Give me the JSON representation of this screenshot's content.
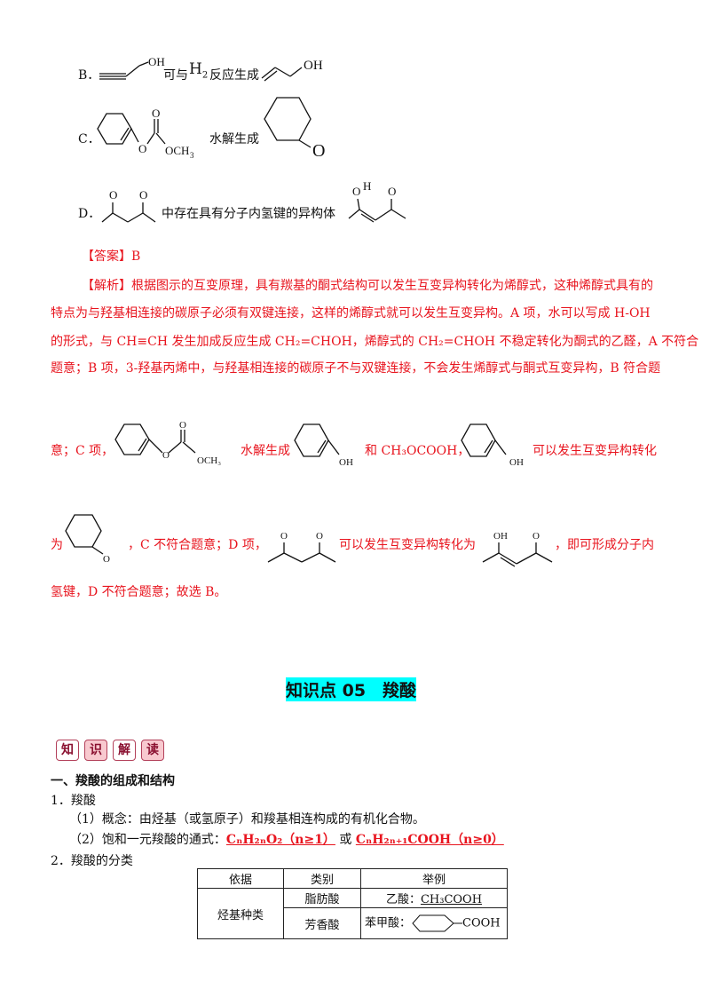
{
  "options": {
    "b": {
      "label": "B．",
      "text1": "可与",
      "h2": "H",
      "h2sub": "2",
      "text2": "反应生成",
      "oh": "OH"
    },
    "c": {
      "label": "C．",
      "text": "水解生成",
      "och3": "OCH",
      "och3sub": "3",
      "o": "O"
    },
    "d": {
      "label": "D．",
      "text": "中存在具有分子内氢键的异构体",
      "h": "H"
    }
  },
  "answer": {
    "label": "【答案】",
    "value": "B"
  },
  "analysis": {
    "label": "【解析】",
    "lines": [
      "根据图示的互变原理，具有羰基的酮式结构可以发生互变异构转化为烯醇式，这种烯醇式具有的",
      "特点为与羟基相连接的碳原子必须有双键连接，这样的烯醇式就可以发生互变异构。A 项，水可以写成 H-OH",
      "的形式，与 CH≡CH 发生加成反应生成 CH₂=CHOH，烯醇式的 CH₂=CHOH 不稳定转化为酮式的乙醛，A 不符合",
      "题意；B 项，3-羟基丙烯中，与羟基相连接的碳原子不与双键连接，不会发生烯醇式与酮式互变异构，B 符合题"
    ],
    "line5": {
      "p1": "意；C 项，",
      "p2": "水解生成",
      "p3": "和 CH₃OCOOH，",
      "p4": "可以发生互变异构转化"
    },
    "line6": {
      "p1": "为",
      "p2": "，C 不符合题意；D 项，",
      "p3": "可以发生互变异构转化为",
      "p4": "，即可形成分子内"
    },
    "line7": "氢键，D 不符合题意；故选 B。"
  },
  "section_title": "知识点 05　羧酸",
  "badge": [
    "知",
    "识",
    "解",
    "读"
  ],
  "content": {
    "h1": "一、羧酸的组成和结构",
    "i1": "1．羧酸",
    "i1a": "（1）概念：由烃基（或氢原子）和羧基相连构成的有机化合物。",
    "i1b": {
      "prefix": "（2）饱和一元羧酸的通式：",
      "f1": "CₙH₂ₙO₂（n≥1）",
      "or": "或",
      "f2": "CₙH₂ₙ₊₁COOH（n≥0）"
    },
    "i2": "2．羧酸的分类"
  },
  "table": {
    "headers": [
      "依据",
      "类别",
      "举例"
    ],
    "group": "烃基种类",
    "rows": [
      {
        "category": "脂肪酸",
        "example_label": "乙酸：",
        "example": "CH₃COOH"
      },
      {
        "category": "芳香酸",
        "example_label": "苯甲酸：",
        "example": "COOH"
      }
    ]
  },
  "colors": {
    "answer_red": "#e8141e",
    "highlight": "#00ffff"
  }
}
